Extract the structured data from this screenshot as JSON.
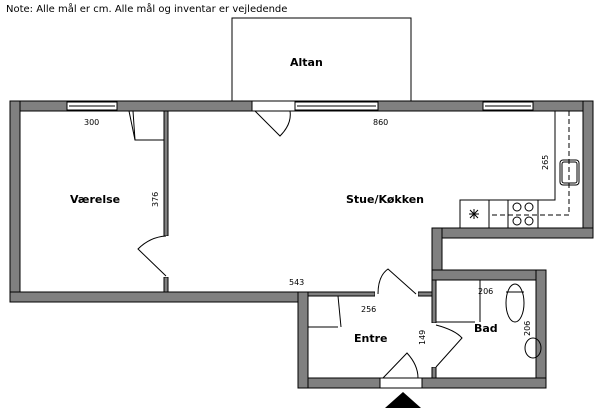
{
  "note": "Note: Alle mål er cm. Alle mål og inventar er vejledende",
  "rooms": {
    "altan": "Altan",
    "vaerelse": "Værelse",
    "stue": "Stue/Køkken",
    "entre": "Entre",
    "bad": "Bad"
  },
  "dimensions": {
    "vaerelse_width": "300",
    "vaerelse_depth": "376",
    "stue_width": "860",
    "stue_depth": "543",
    "kitchen": "265",
    "entre_width": "256",
    "entre_depth": "149",
    "bad_width": "206",
    "bad_depth": "206"
  }
}
